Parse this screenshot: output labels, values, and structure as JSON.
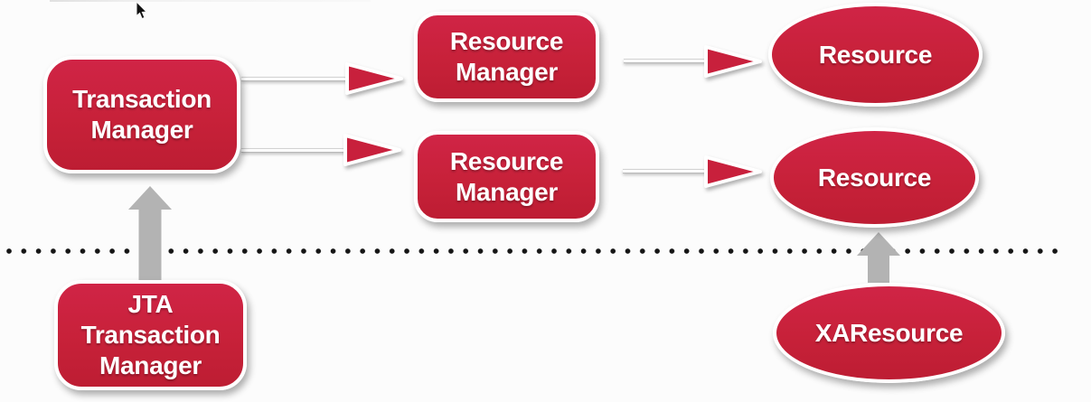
{
  "colors": {
    "background": "#FCFCFC",
    "node_fill": "#C72139",
    "node_fill_top": "#D02446",
    "node_fill_bottom": "#BD1D33",
    "node_border": "#FFFFFF",
    "arrow_head_fill": "#C8203C",
    "connector_line": "#FFFFFF",
    "connector_edge": "#B9B9B9",
    "gray_arrow": "#B3B3B3",
    "separator_dot": "#151515",
    "text": "#FFFFFF"
  },
  "icons": {
    "cursor": "mouse-pointer-arrow",
    "gray_arrow": "thick-up-block-arrow",
    "red_arrowhead": "triangle-right"
  },
  "nodes": {
    "transaction_manager": {
      "lines": [
        "Transaction",
        "Manager"
      ]
    },
    "resource_manager_top": {
      "lines": [
        "Resource",
        "Manager"
      ]
    },
    "resource_manager_bottom": {
      "lines": [
        "Resource",
        "Manager"
      ]
    },
    "resource_top": {
      "label": "Resource"
    },
    "resource_bottom": {
      "label": "Resource"
    },
    "jta_transaction_manager": {
      "lines": [
        "JTA",
        "Transaction",
        "Manager"
      ]
    },
    "xa_resource": {
      "label": "XAResource"
    }
  },
  "edges": [
    {
      "from": "transaction_manager",
      "to": "resource_manager_top",
      "style": "red-open-arrow"
    },
    {
      "from": "transaction_manager",
      "to": "resource_manager_bottom",
      "style": "red-open-arrow"
    },
    {
      "from": "resource_manager_top",
      "to": "resource_top",
      "style": "red-open-arrow"
    },
    {
      "from": "resource_manager_bottom",
      "to": "resource_bottom",
      "style": "red-open-arrow"
    },
    {
      "from": "jta_transaction_manager",
      "to": "transaction_manager",
      "style": "gray-block-arrow-up"
    },
    {
      "from": "xa_resource",
      "to": "resource_bottom",
      "style": "gray-block-arrow-up"
    }
  ],
  "separator": {
    "style": "dotted-horizontal-line"
  }
}
